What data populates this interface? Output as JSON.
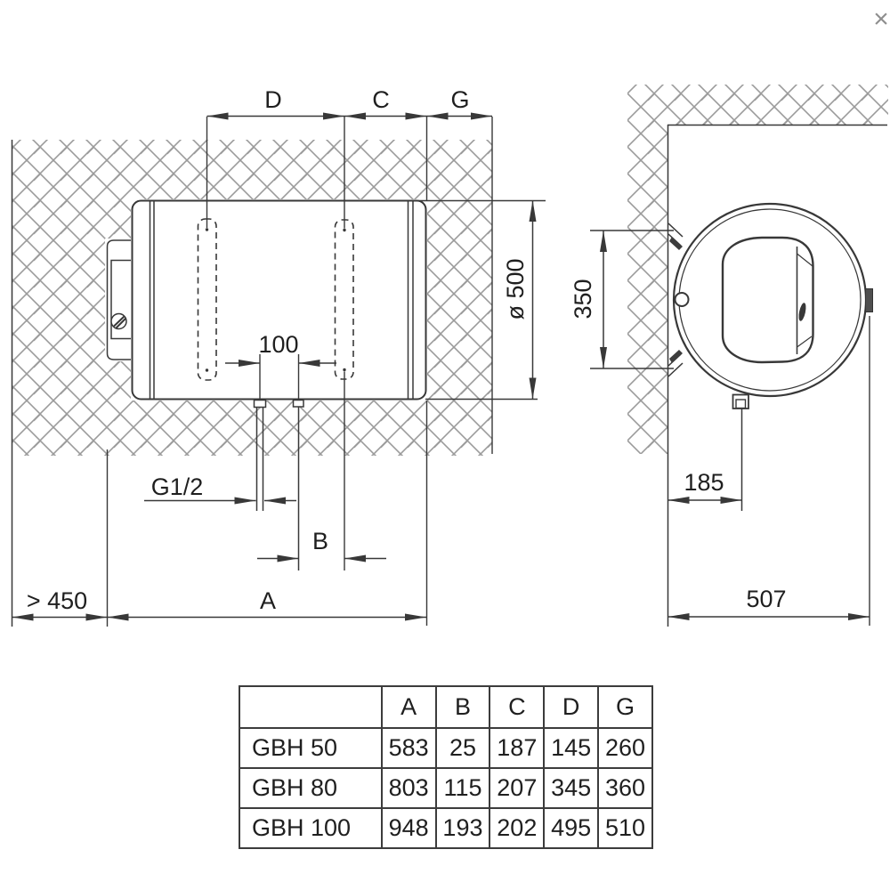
{
  "window": {
    "close_label": "×"
  },
  "side_view": {
    "labels": {
      "top_d": "D",
      "top_c": "C",
      "top_g": "G",
      "diameter": "ø 500",
      "pipe_spacing": "100",
      "thread": "G1/2",
      "bottom_b": "B",
      "bottom_a": "A",
      "wall_clearance": "> 450"
    }
  },
  "front_view": {
    "labels": {
      "bracket_span": "350",
      "valve_offset": "185",
      "depth": "507"
    }
  },
  "table": {
    "corner": "",
    "headers": [
      "A",
      "B",
      "C",
      "D",
      "G"
    ],
    "rows": [
      {
        "label": "GBH 50",
        "values": [
          "583",
          "25",
          "187",
          "145",
          "260"
        ]
      },
      {
        "label": "GBH 80",
        "values": [
          "803",
          "115",
          "207",
          "345",
          "360"
        ]
      },
      {
        "label": "GBH 100",
        "values": [
          "948",
          "193",
          "202",
          "495",
          "510"
        ]
      }
    ]
  },
  "colors": {
    "line": "#383838",
    "hatch": "#9b9b9b",
    "text": "#1f1f1f",
    "close": "#8f8f8f"
  }
}
